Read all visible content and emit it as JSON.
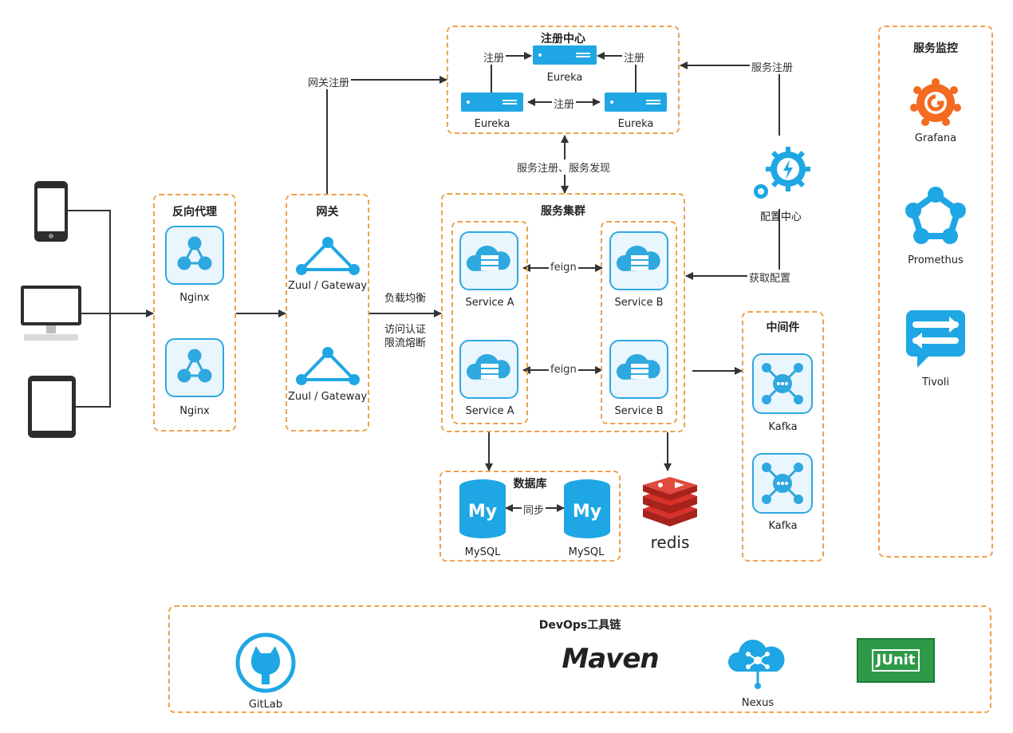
{
  "groups": {
    "registry": "注册中心",
    "proxy": "反向代理",
    "gateway": "网关",
    "cluster": "服务集群",
    "database": "数据库",
    "middleware": "中间件",
    "monitor": "服务监控",
    "devops": "DevOps工具链"
  },
  "registry": {
    "top": "Eureka",
    "left": "Eureka",
    "right": "Eureka"
  },
  "proxy": {
    "n1": "Nginx",
    "n2": "Nginx"
  },
  "gateway": {
    "g1": "Zuul / Gateway",
    "g2": "Zuul / Gateway"
  },
  "services": {
    "a1": "Service A",
    "b1": "Service B",
    "a2": "Service A",
    "b2": "Service B"
  },
  "database": {
    "m1": "MySQL",
    "m2": "MySQL",
    "sync": "同步",
    "logo": "My"
  },
  "redis": "redis",
  "middleware": {
    "k1": "Kafka",
    "k2": "Kafka"
  },
  "monitor": {
    "grafana": "Grafana",
    "prometheus": "Promethus",
    "tivoli": "Tivoli"
  },
  "config_center": "配置中心",
  "devops": {
    "gitlab": "GitLab",
    "maven": "Maven",
    "nexus": "Nexus",
    "junit": "JUnit"
  },
  "edges": {
    "register_left": "注册",
    "register_right": "注册",
    "register_mid": "注册",
    "gateway_register": "网关注册",
    "config_register": "服务注册",
    "discovery": "服务注册、服务发现",
    "load_balance": "负载均衡",
    "auth": "访问认证",
    "rate_limit": "限流熔断",
    "feign1": "feign",
    "feign2": "feign",
    "get_config": "获取配置"
  },
  "colors": {
    "dashed_border": "#f0a04b",
    "accent_blue": "#2fa8e0",
    "redis_red": "#d8322a",
    "junit_green": "#2e9a48",
    "grafana_orange": "#f26b21"
  }
}
